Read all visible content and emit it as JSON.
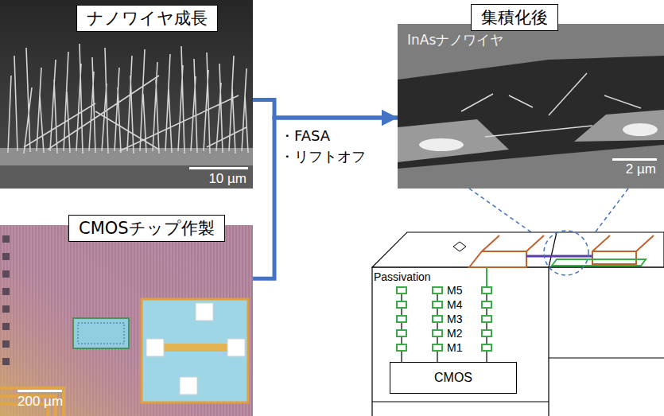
{
  "diagram": {
    "nodes": [
      {
        "text": [
          "ナノワイヤ成長",
          "10 µm"
        ]
      },
      {
        "text": [
          "CMOSチップ作製",
          "200 µm"
        ]
      },
      {
        "text": [
          "集積化後",
          "InAsナノワイヤ",
          "2 µm"
        ]
      },
      {
        "text": [
          "CMOS"
        ]
      }
    ],
    "edges": [
      {
        "from": 0,
        "to": 2,
        "arrow": "to"
      },
      {
        "from": 1,
        "to": 2,
        "arrow": "to"
      }
    ],
    "labels": [
      "・FASA",
      "・リフトオフ",
      "Passivation",
      "M5",
      "M4",
      "M3",
      "M2",
      "M1"
    ]
  }
}
